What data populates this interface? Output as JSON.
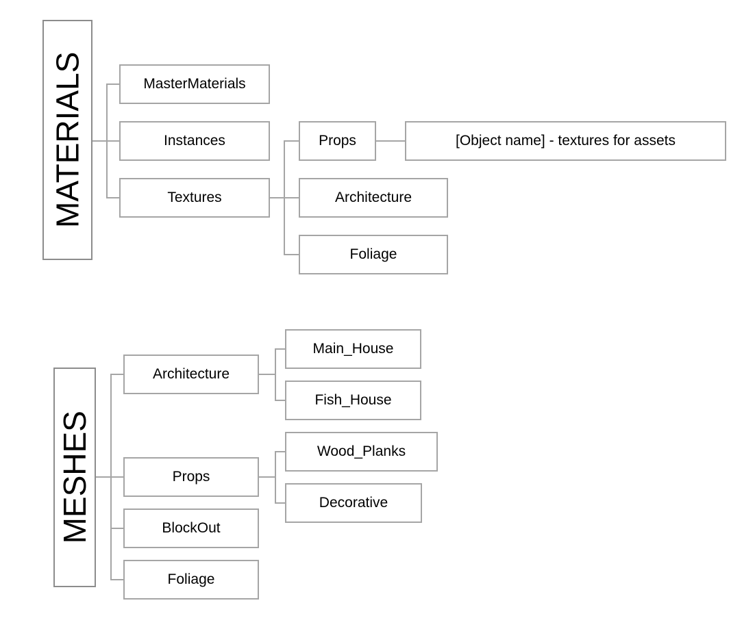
{
  "diagram": {
    "title_roots": [
      "MATERIALS",
      "MESHES"
    ],
    "colors": {
      "box_border": "#a5a5a5",
      "root_border": "#8c8c8c",
      "line": "#a5a5a5",
      "background": "#ffffff",
      "text": "#000000"
    }
  },
  "materials": {
    "root_label": "MATERIALS",
    "children": [
      {
        "label": "MasterMaterials"
      },
      {
        "label": "Instances"
      },
      {
        "label": "Textures"
      }
    ],
    "textures_children": [
      {
        "label": "Props"
      },
      {
        "label": "Architecture"
      },
      {
        "label": "Foliage"
      }
    ],
    "props_children": [
      {
        "label": "[Object name] - textures for assets"
      }
    ]
  },
  "meshes": {
    "root_label": "MESHES",
    "children": [
      {
        "label": "Architecture"
      },
      {
        "label": "Props"
      },
      {
        "label": "BlockOut"
      },
      {
        "label": "Foliage"
      }
    ],
    "architecture_children": [
      {
        "label": "Main_House"
      },
      {
        "label": "Fish_House"
      }
    ],
    "props_children": [
      {
        "label": "Wood_Planks"
      },
      {
        "label": "Decorative"
      }
    ]
  }
}
